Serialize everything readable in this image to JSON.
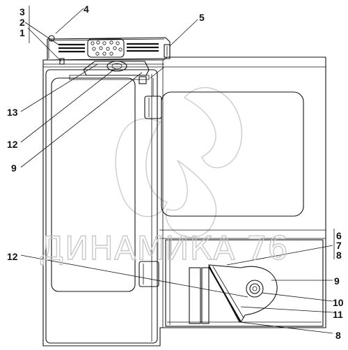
{
  "watermark": {
    "text": "ДИНАМИКА 76"
  },
  "callouts": {
    "c1": "1",
    "c2": "2",
    "c3": "3",
    "c4": "4",
    "c5": "5",
    "c6": "6",
    "c7": "7",
    "c8_top": "8",
    "c9_left": "9",
    "c9_right": "9",
    "c10": "10",
    "c11": "11",
    "c12_top": "12",
    "c12_bottom": "12",
    "c13": "13",
    "c8_bottom": "8"
  },
  "colors": {
    "ink": "#111111",
    "watermark": "#c8c8c8",
    "background": "#ffffff"
  }
}
